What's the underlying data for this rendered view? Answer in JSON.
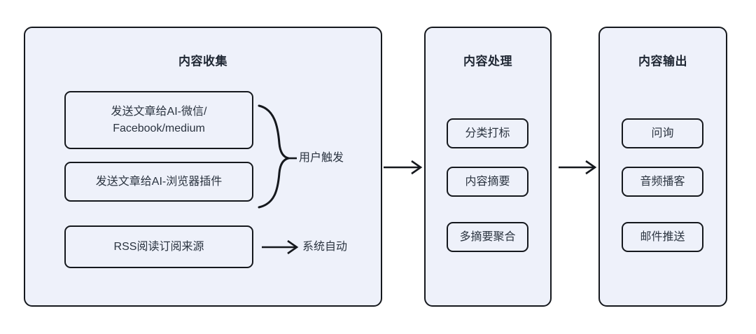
{
  "diagram": {
    "title": "内容收集 / 内容处理 / 内容输出 流程图",
    "background_color": "#ffffff",
    "panel_fill": "#eef1fa",
    "stroke_color": "#15181d",
    "text_color": "#2b3440",
    "title_color": "#1f2733"
  },
  "panels": [
    {
      "id": "collect",
      "title": "内容收集",
      "nodes": [
        {
          "id": "send-social",
          "label": "发送文章给AI-微信/\nFacebook/medium",
          "lines": [
            "发送文章给AI-微信/",
            "Facebook/medium"
          ]
        },
        {
          "id": "send-ext",
          "label": "发送文章给AI-浏览器插件",
          "lines": [
            "发送文章给AI-浏览器插件"
          ]
        },
        {
          "id": "rss",
          "label": "RSS阅读订阅来源",
          "lines": [
            "RSS阅读订阅来源"
          ]
        }
      ]
    },
    {
      "id": "process",
      "title": "内容处理",
      "nodes": [
        {
          "id": "classify",
          "label": "分类打标",
          "lines": [
            "分类打标"
          ]
        },
        {
          "id": "summary",
          "label": "内容摘要",
          "lines": [
            "内容摘要"
          ]
        },
        {
          "id": "aggregate",
          "label": "多摘要聚合",
          "lines": [
            "多摘要聚合"
          ]
        }
      ]
    },
    {
      "id": "output",
      "title": "内容输出",
      "nodes": [
        {
          "id": "query",
          "label": "问询",
          "lines": [
            "问询"
          ]
        },
        {
          "id": "podcast",
          "label": "音频播客",
          "lines": [
            "音频播客"
          ]
        },
        {
          "id": "email",
          "label": "邮件推送",
          "lines": [
            "邮件推送"
          ]
        }
      ]
    }
  ],
  "connectors": [
    {
      "id": "user-trigger",
      "label": "用户触发",
      "kind": "brace",
      "from": [
        "send-social",
        "send-ext"
      ],
      "note": "花括号汇聚两个输入框，指向标签"
    },
    {
      "id": "system-auto",
      "label": "系统自动",
      "kind": "arrow",
      "from": [
        "rss"
      ],
      "note": "直线箭头指向标签"
    },
    {
      "id": "collect-to-process",
      "label": "",
      "kind": "arrow",
      "from": [
        "collect"
      ],
      "to": [
        "process"
      ]
    },
    {
      "id": "process-to-output",
      "label": "",
      "kind": "arrow",
      "from": [
        "process"
      ],
      "to": [
        "output"
      ]
    }
  ]
}
